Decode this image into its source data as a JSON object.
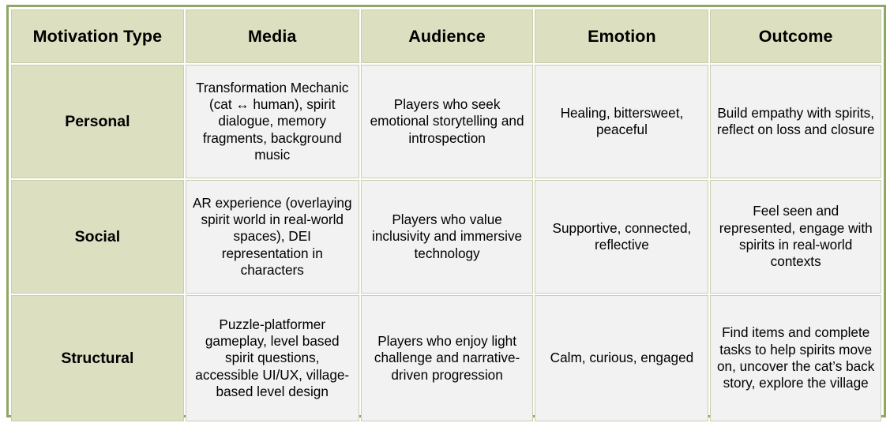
{
  "table": {
    "title": "Motivation Type",
    "colors": {
      "header_background": "#dcdfc0",
      "category_background": "#dcdfc0",
      "cell_background": "#f2f2f2",
      "border": "#8ea864",
      "inner_border": "#c8cfae",
      "text": "#000000",
      "page_background": "#ffffff"
    },
    "columns": [
      {
        "key": "motivation_type",
        "label": "Motivation Type"
      },
      {
        "key": "media",
        "label": "Media"
      },
      {
        "key": "audience",
        "label": "Audience"
      },
      {
        "key": "emotion",
        "label": "Emotion"
      },
      {
        "key": "outcome",
        "label": "Outcome"
      }
    ],
    "rows": [
      {
        "motivation_type": "Personal",
        "media": "Transformation Mechanic (cat ↔ human), spirit dialogue, memory fragments, background music",
        "audience": "Players who seek emotional storytelling and introspection",
        "emotion": "Healing, bittersweet, peaceful",
        "outcome": "Build empathy with spirits, reflect on loss and closure"
      },
      {
        "motivation_type": "Social",
        "media": "AR experience (overlaying spirit world in real-world spaces), DEI representation in characters",
        "audience": "Players who value inclusivity and immersive technology",
        "emotion": "Supportive, connected, reflective",
        "outcome": "Feel seen and represented, engage with spirits in real-world contexts"
      },
      {
        "motivation_type": "Structural",
        "media": "Puzzle-platformer gameplay, level based spirit questions, accessible UI/UX, village-based level design",
        "audience": "Players who enjoy light challenge and narrative-driven progression",
        "emotion": "Calm, curious, engaged",
        "outcome": "Find items and complete tasks to help spirits move on, uncover the cat’s back story, explore the village"
      }
    ]
  }
}
